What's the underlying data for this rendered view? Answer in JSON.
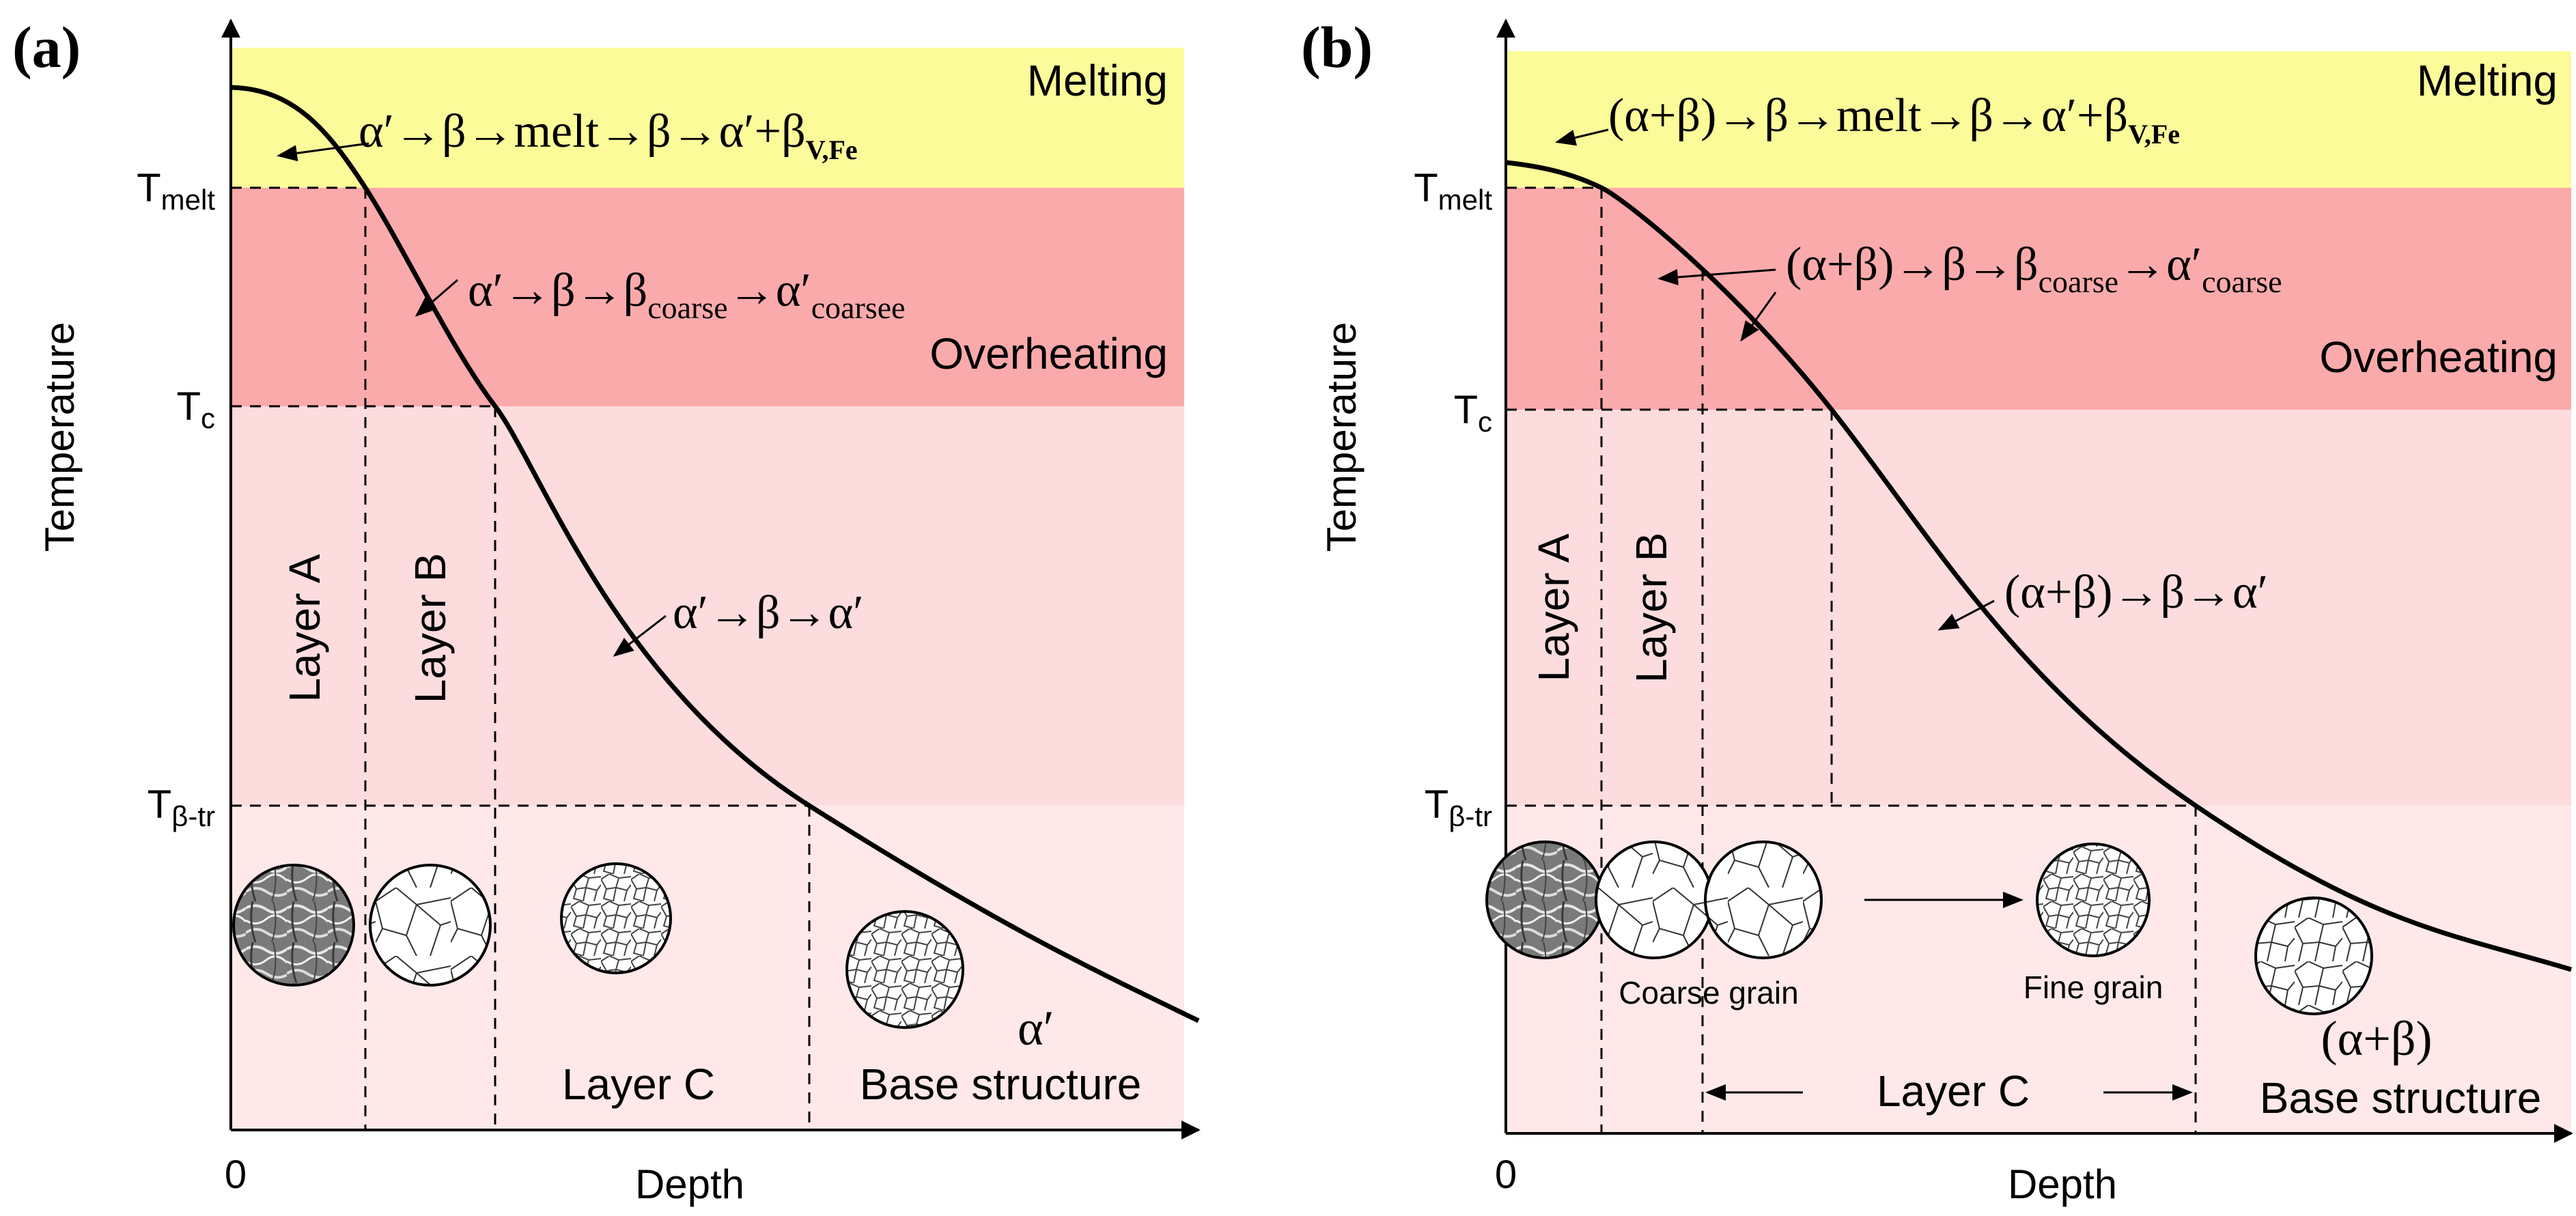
{
  "colors": {
    "melting_band": "#fbfb99",
    "overheating_band": "#fbaaab",
    "upper_heating_band": "#fcdcdd",
    "lower_band": "#fee8e9",
    "curve": "#000000",
    "axes": "#000000"
  },
  "panels": [
    {
      "label": "(a)",
      "axes": {
        "ylabel": "Temperature",
        "xlabel": "Depth",
        "origin": "0"
      },
      "zones": {
        "melting": "Melting",
        "overheating": "Overheating"
      },
      "temps": {
        "melt": "T",
        "melt_sub": "melt",
        "c": "T",
        "c_sub": "c",
        "beta": "T",
        "beta_sub": "β-tr"
      },
      "layers": {
        "a": "Layer A",
        "b": "Layer B",
        "c": "Layer C"
      },
      "base": {
        "line1": "α′",
        "line2": "Base structure"
      },
      "transformations": {
        "melt": {
          "main": "α′→β→melt→β→α′+β",
          "sub": "V,Fe"
        },
        "overheat": {
          "p1": "α′→β→β",
          "s1": "coarse",
          "p2": "→α′",
          "s2": "coarsee"
        },
        "normal": {
          "main": "α′→β→α′"
        }
      }
    },
    {
      "label": "(b)",
      "axes": {
        "ylabel": "Temperature",
        "xlabel": "Depth",
        "origin": "0"
      },
      "zones": {
        "melting": "Melting",
        "overheating": "Overheating"
      },
      "temps": {
        "melt": "T",
        "melt_sub": "melt",
        "c": "T",
        "c_sub": "c",
        "beta": "T",
        "beta_sub": "β-tr"
      },
      "layers": {
        "a": "Layer A",
        "b": "Layer B",
        "c": "Layer C"
      },
      "grain": {
        "coarse": "Coarse grain",
        "fine": "Fine grain"
      },
      "base": {
        "line1": "(α+β)",
        "line2": "Base structure"
      },
      "transformations": {
        "melt": {
          "main": "(α+β)→β→melt→β→α′+β",
          "sub": "V,Fe"
        },
        "overheat": {
          "p1": "(α+β)→β→β",
          "s1": "coarse",
          "p2": "→α′",
          "s2": "coarse"
        },
        "normal": {
          "main": "(α+β)→β→α′"
        }
      }
    }
  ]
}
